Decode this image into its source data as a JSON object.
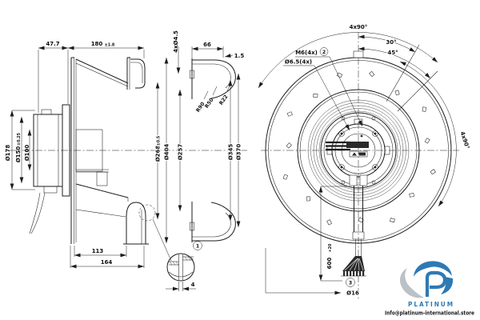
{
  "side_view": {
    "dim_rear_depth": "47.7",
    "dim_total_depth": "180",
    "dim_total_depth_tol": "±1.8",
    "dia_motor_housing": "Ø178",
    "dia_mounting_flange": "Ø150",
    "dia_mounting_flange_tol": "±0.25",
    "dia_pilot": "Ø100",
    "dim_impeller_depth": "113",
    "dim_overall_depth": "164",
    "detail_marker": "1",
    "detail_thickness": "4"
  },
  "ring_section": {
    "holes_flange": "4xØ4.5",
    "dim_ring_depth": "66",
    "dim_wall": "1.5",
    "radius_outer": "R90",
    "radius_mid": "R50",
    "radius_lip": "R22",
    "dia_268": "Ø268",
    "dia_268_tol": "±0.5",
    "dia_404": "Ø404",
    "dia_257": "Ø257",
    "dia_345": "Ø345",
    "dia_370": "Ø370"
  },
  "front_view": {
    "angle_pattern_top": "4x90°",
    "angle_30": "30°",
    "angle_45": "45°",
    "thread_spec": "M6(4x)",
    "thread_marker": "2",
    "dia_holes": "Ø6.5(4x)",
    "angle_pattern_right": "4x90°",
    "cable_length": "600",
    "cable_length_tol": "+20",
    "cable_marker": "3",
    "dia_cable": "Ø16"
  },
  "watermark": {
    "brand": "PLATINUM",
    "email": "Info@platinum-international.store",
    "brand_color": "#2273b0",
    "accent_gray": "#b7bec5"
  }
}
